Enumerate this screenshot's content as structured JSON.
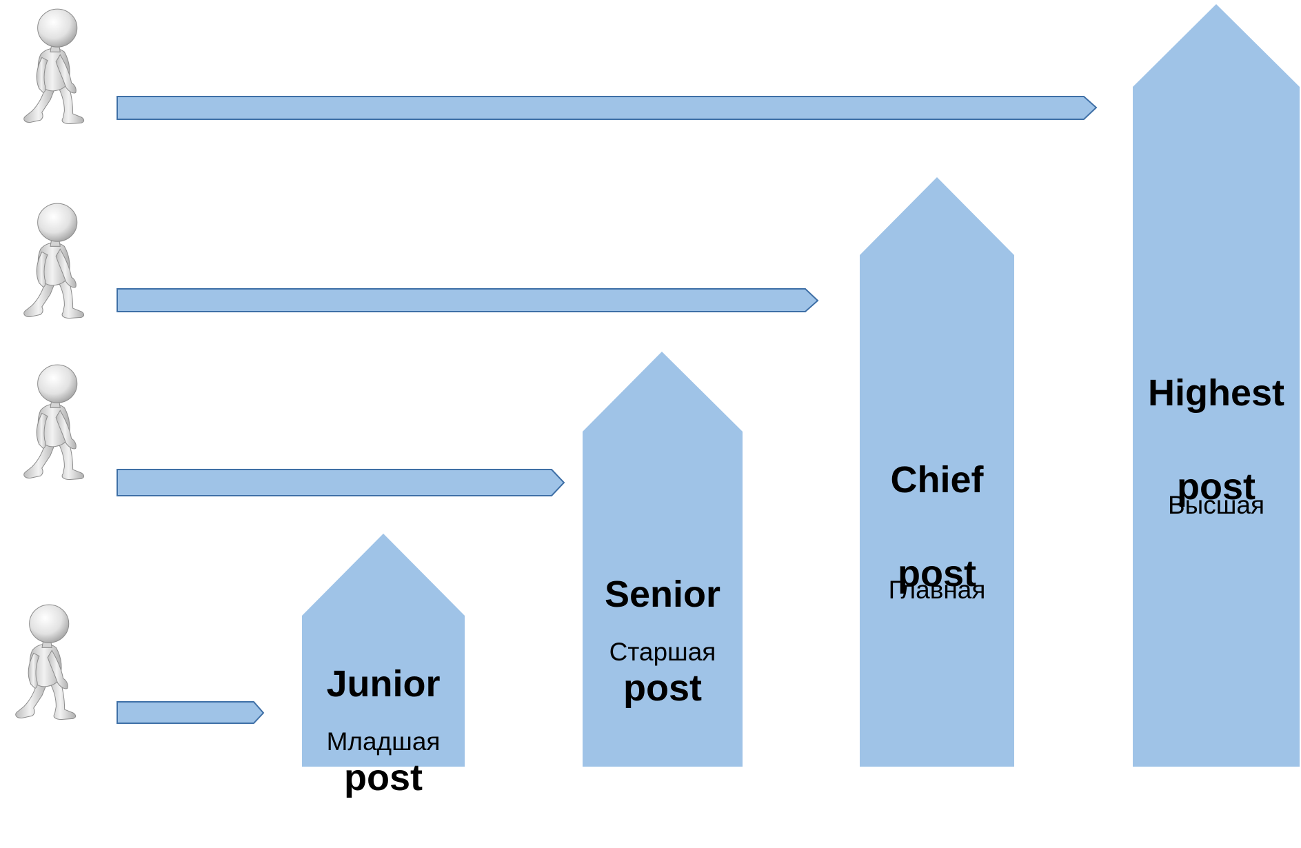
{
  "colors": {
    "arrow_fill": "#9fc3e7",
    "arrow_stroke": "#3e6fa6",
    "figure_light": "#f4f4f4",
    "figure_shade": "#a9a9a9",
    "figure_outline": "#8c8c8c"
  },
  "icons": {
    "figure": "person-figure-icon"
  },
  "posts": [
    {
      "title_line1": "Junior",
      "title_line2": "post",
      "subtitle": "Младшая"
    },
    {
      "title_line1": "Senior",
      "title_line2": "post",
      "subtitle": "Старшая"
    },
    {
      "title_line1": "Chief",
      "title_line2": "post",
      "subtitle": "Главная"
    },
    {
      "title_line1": "Highest",
      "title_line2": "post",
      "subtitle": "Высшая"
    }
  ]
}
